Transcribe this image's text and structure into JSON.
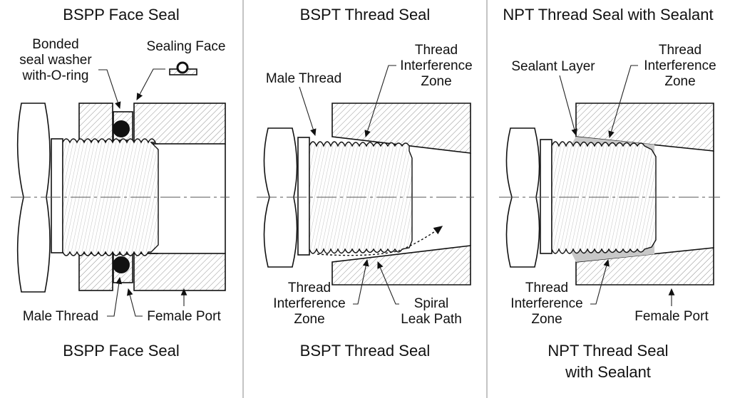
{
  "panels": [
    {
      "title": "BSPP Face Seal",
      "caption": "BSPP Face Seal",
      "labels": {
        "washer": [
          "Bonded",
          "seal washer",
          "with-O-ring"
        ],
        "sealing_face": "Sealing Face",
        "male_thread": "Male Thread",
        "female_port": "Female Port"
      }
    },
    {
      "title": "BSPT Thread Seal",
      "caption": "BSPT Thread Seal",
      "labels": {
        "male_thread": "Male Thread",
        "interference_top": [
          "Thread",
          "Interference",
          "Zone"
        ],
        "interference_bottom": [
          "Thread",
          "Interference",
          "Zone"
        ],
        "leak_path": [
          "Spiral",
          "Leak Path"
        ]
      }
    },
    {
      "title": "NPT Thread Seal with Sealant",
      "caption": [
        "NPT Thread Seal",
        "with Sealant"
      ],
      "labels": {
        "sealant": "Sealant Layer",
        "interference_top": [
          "Thread",
          "Interference",
          "Zone"
        ],
        "interference_bottom": [
          "Thread",
          "Interference",
          "Zone"
        ],
        "female_port": "Female Port"
      }
    }
  ],
  "colors": {
    "line": "#111111",
    "sealant": "#c8c8c8",
    "divider": "#b0b0b0"
  }
}
